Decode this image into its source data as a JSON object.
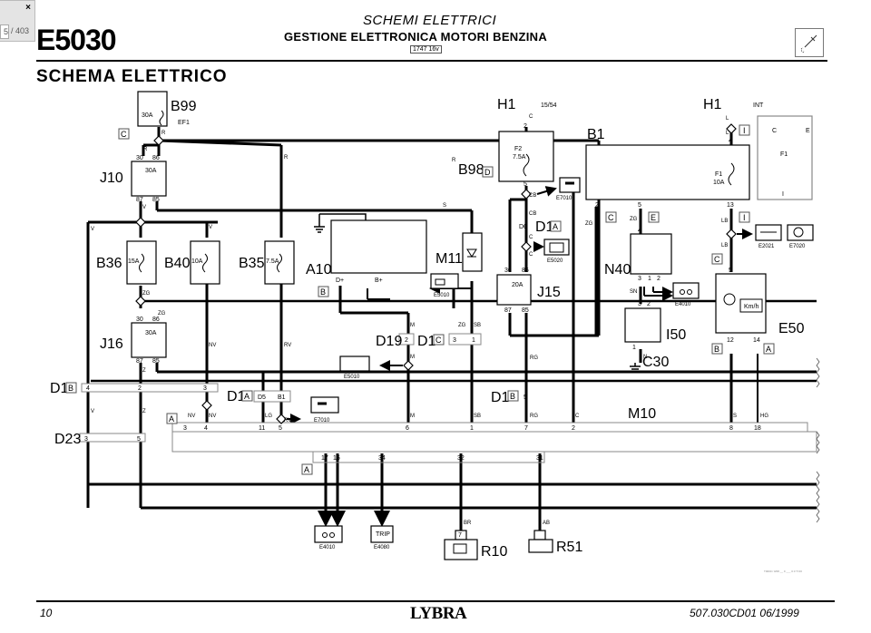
{
  "viewer": {
    "page_input": "5",
    "page_total": "/ 403",
    "close_label": "×"
  },
  "header": {
    "code": "E5030",
    "section": "SCHEMI ELETTRICI",
    "subtitle": "GESTIONE ELETTRONICA MOTORI BENZINA",
    "engine_badge": "1747 16v",
    "icon": "spark-plug-icon"
  },
  "title": "SCHEMA ELETTRICO",
  "footer": {
    "page": "10",
    "brand": "LYBRA",
    "doc_ref": "507.030CD01   06/1999",
    "small_print": "T0000 / 0/08 __ 0 ___ 0 0 ?/ 00"
  },
  "components": {
    "B99": {
      "name": "B99",
      "fuse": "30A",
      "ref": "EF1"
    },
    "J10": {
      "name": "J10",
      "rating": "30A",
      "pins": [
        "30",
        "86",
        "87",
        "85"
      ]
    },
    "J16": {
      "name": "J16",
      "rating": "30A",
      "pins": [
        "30",
        "86",
        "87",
        "85"
      ]
    },
    "J15": {
      "name": "J15",
      "rating": "20A",
      "pins": [
        "30",
        "86",
        "87",
        "85"
      ]
    },
    "B36": {
      "name": "B36",
      "fuse": "15A"
    },
    "B40": {
      "name": "B40",
      "fuse": "10A"
    },
    "B35": {
      "name": "B35",
      "fuse": "7.5A"
    },
    "A10": {
      "name": "A10",
      "pins": [
        "D+",
        "B+"
      ]
    },
    "M11": {
      "name": "M11"
    },
    "H1a": {
      "name": "H1",
      "tag": "15/54"
    },
    "H1b": {
      "name": "H1",
      "tag": "INT"
    },
    "B98": {
      "name": "B98",
      "conn": "D",
      "fuse": "F2",
      "rating": "7.5A",
      "pins": [
        "2",
        "5"
      ]
    },
    "B1": {
      "name": "B1",
      "fuse": "F1",
      "rating": "10A",
      "pins": [
        "4",
        "13",
        "2",
        "5"
      ]
    },
    "N40": {
      "name": "N40",
      "pins": [
        "4",
        "3",
        "1",
        "2"
      ]
    },
    "I50": {
      "name": "I50",
      "pins": [
        "3",
        "2",
        "1"
      ]
    },
    "C30": {
      "name": "C30"
    },
    "E50": {
      "name": "E50",
      "gauge": "Km/h",
      "pins": [
        "5",
        "12",
        "14"
      ]
    },
    "M10": {
      "name": "M10"
    },
    "R10": {
      "name": "R10"
    },
    "R51": {
      "name": "R51"
    },
    "D19": {
      "name": "D19",
      "pin": "2"
    },
    "D23": {
      "name": "D23",
      "pins": [
        "3",
        "5"
      ]
    }
  },
  "inset": {
    "labels": [
      "C",
      "E",
      "F1",
      "I"
    ]
  },
  "refs": {
    "E7010": "E7010",
    "E5020": "E5020",
    "E5010": "E5010",
    "E4010": "E4010",
    "E4080": "E4080",
    "E2021": "E2021",
    "E7020": "E7020",
    "trip": "TRIP"
  },
  "connectors": {
    "C": "C",
    "D": "D",
    "A": "A",
    "B": "B",
    "E": "E",
    "I": "I",
    "D1": "D1",
    "D1_B_pins": [
      "4",
      "2",
      "3"
    ],
    "D1_A_pins": [
      "D5",
      "B1"
    ],
    "D1_C_pins": [
      "3",
      "1"
    ],
    "D1_B5": "5",
    "D6": "D6",
    "M10_top_pins": [
      "3",
      "4",
      "11",
      "5",
      "6",
      "1",
      "7",
      "2",
      "8",
      "18"
    ],
    "M10_bottom_pins": [
      "17",
      "16",
      "34",
      "32",
      "31"
    ],
    "R10_pin": "7"
  },
  "wires": {
    "R": "R",
    "V": "V",
    "ZG": "ZG",
    "Z": "Z",
    "NV": "NV",
    "RV": "RV",
    "LG": "LG",
    "S": "S",
    "M": "M",
    "SB": "SB",
    "RG": "RG",
    "C": "C",
    "CB": "CB",
    "L": "L",
    "LB": "LB",
    "SN": "SN",
    "N": "N",
    "HG": "HG",
    "BR": "BR",
    "AB": "AB"
  }
}
